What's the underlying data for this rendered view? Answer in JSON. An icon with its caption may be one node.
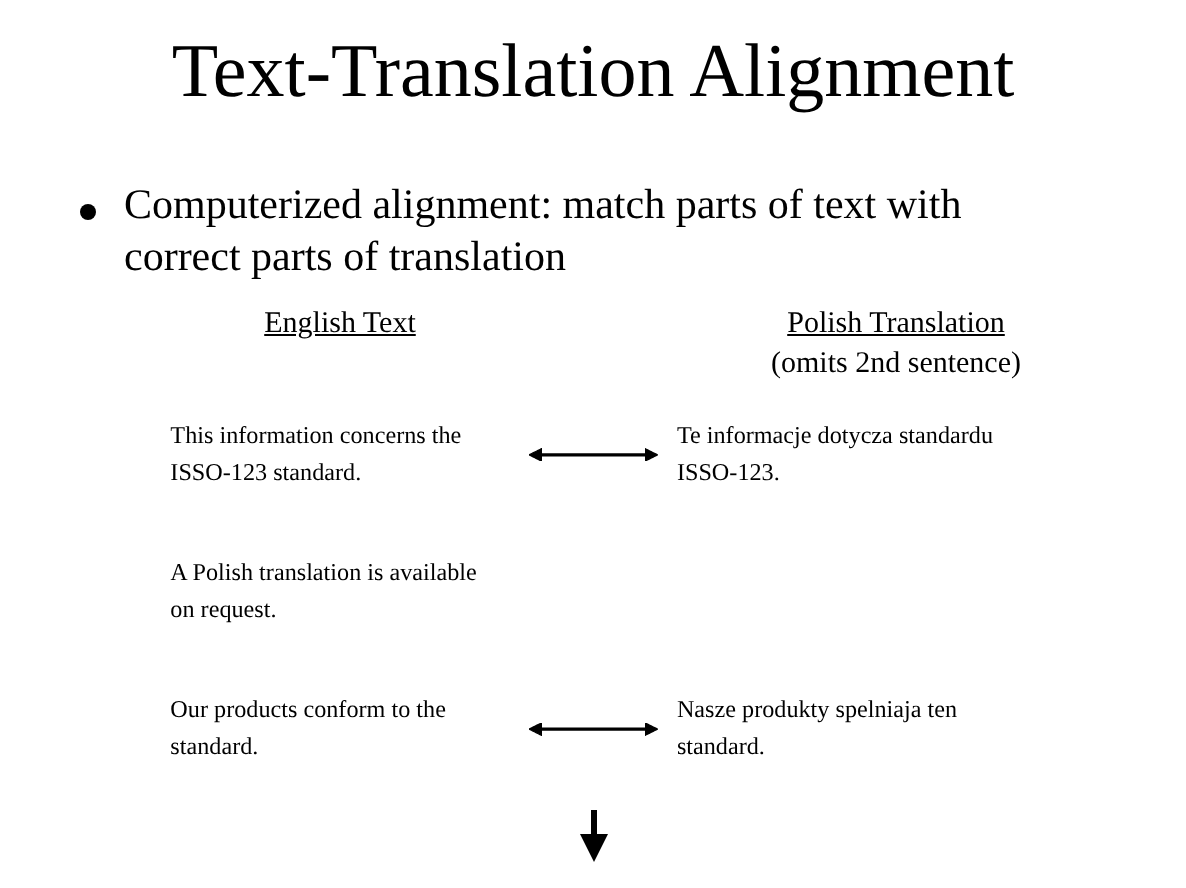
{
  "diagram": {
    "title": "Text-Translation Alignment",
    "nodes": [
      {
        "text": [
          "This information concerns the ISSO-123 standard."
        ]
      },
      {
        "text": [
          "A Polish translation is available on request."
        ]
      },
      {
        "text": [
          "Our products conform to the standard."
        ]
      },
      {
        "text": [
          "Te informacje dotycza standardu ISSO-123."
        ]
      },
      {
        "text": [
          "Nasze produkty spelniaja ten standard."
        ]
      }
    ],
    "edges": [
      {
        "from": 0,
        "to": 3,
        "arrow": "both"
      },
      {
        "from": 2,
        "to": 4,
        "arrow": "both"
      }
    ],
    "labels": [
      "Computerized alignment: match parts of text with correct parts of translation",
      "English Text",
      "Polish Translation",
      "(omits 2nd sentence)"
    ]
  }
}
